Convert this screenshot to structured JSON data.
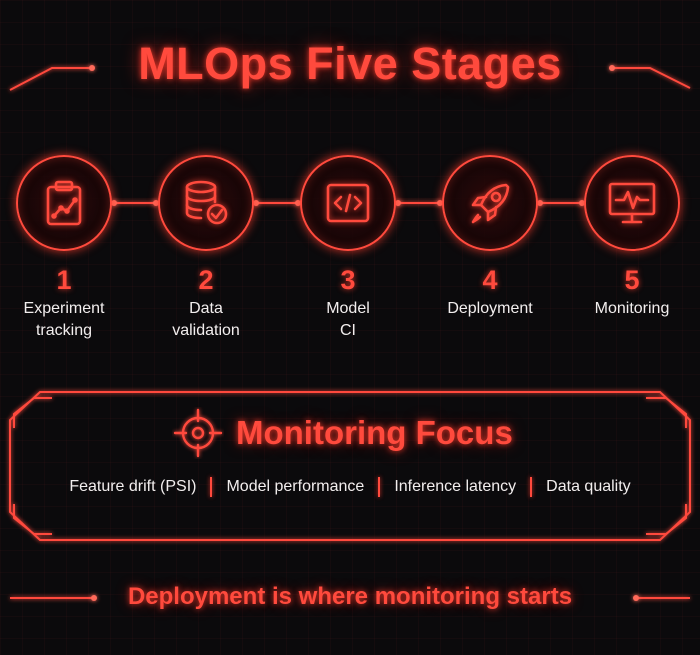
{
  "title": "MLOps Five Stages",
  "stages": [
    {
      "number": "1",
      "label_line1": "Experiment",
      "label_line2": "tracking",
      "icon": "clipboard-chart-icon"
    },
    {
      "number": "2",
      "label_line1": "Data",
      "label_line2": "validation",
      "icon": "database-check-icon"
    },
    {
      "number": "3",
      "label_line1": "Model",
      "label_line2": "CI",
      "icon": "code-window-icon"
    },
    {
      "number": "4",
      "label_line1": "Deployment",
      "label_line2": "",
      "icon": "rocket-icon"
    },
    {
      "number": "5",
      "label_line1": "Monitoring",
      "label_line2": "",
      "icon": "monitor-pulse-icon"
    }
  ],
  "focus": {
    "title": "Monitoring Focus",
    "icon": "target-icon",
    "items": [
      "Feature drift (PSI)",
      "Model performance",
      "Inference latency",
      "Data quality"
    ]
  },
  "footer": "Deployment is where monitoring starts",
  "colors": {
    "accent": "#ff4a3d",
    "background": "#0b0a0c",
    "text": "#f2eeee"
  }
}
